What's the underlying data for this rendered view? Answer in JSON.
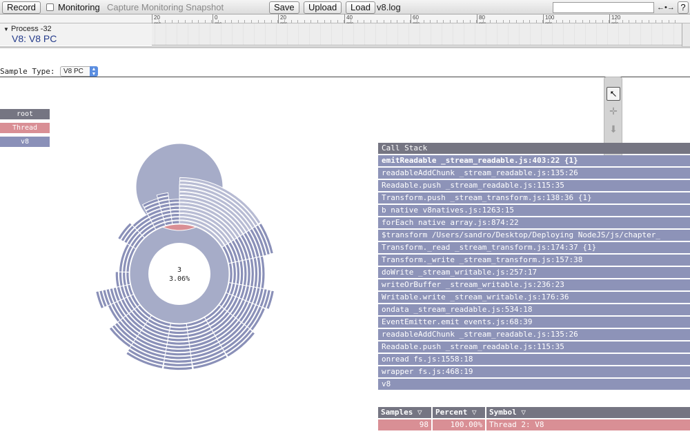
{
  "toolbar": {
    "record_label": "Record",
    "monitoring_label": "Monitoring",
    "capture_label": "Capture Monitoring Snapshot",
    "save_label": "Save",
    "upload_label": "Upload",
    "load_label": "Load",
    "file_name": "v8.log",
    "search_value": "",
    "nav_arrows": "←•→",
    "help_label": "?"
  },
  "timeline": {
    "ticks": [
      "20 ms",
      "0 ms",
      "20 ms",
      "40 ms",
      "60 ms",
      "80 ms",
      "100 ms",
      "120 ms"
    ],
    "process_label": "Process -32",
    "track_name": "V8: V8 PC"
  },
  "sample_type": {
    "label": "Sample Type:",
    "value": "V8 PC"
  },
  "legend": [
    {
      "label": "root",
      "color": "#757582"
    },
    {
      "label": "Thread",
      "color": "#d98f95"
    },
    {
      "label": "v8",
      "color": "#8a90b8"
    }
  ],
  "sunburst": {
    "center_count": "3",
    "center_percent": "3.06%",
    "thread_color": "#d98f95",
    "ring_color": "#a6acc8",
    "highlight_color": "#b7bbd3",
    "node_color": "#8a90b8"
  },
  "tools": [
    "arrow-pointer",
    "pan",
    "zoom",
    "timing"
  ],
  "call_stack": {
    "title": "Call Stack",
    "rows": [
      "emitReadable _stream_readable.js:403:22 {1}",
      "readableAddChunk _stream_readable.js:135:26",
      "Readable.push _stream_readable.js:115:35",
      "Transform.push _stream_transform.js:138:36 {1}",
      "b native v8natives.js:1263:15",
      "forEach native array.js:874:22",
      "$transform /Users/sandro/Desktop/Deploying NodeJS/js/chapter_",
      "Transform._read _stream_transform.js:174:37 {1}",
      "Transform._write _stream_transform.js:157:38",
      "doWrite _stream_writable.js:257:17",
      "writeOrBuffer _stream_writable.js:236:23",
      "Writable.write _stream_writable.js:176:36",
      "ondata _stream_readable.js:534:18",
      "EventEmitter.emit events.js:68:39",
      "readableAddChunk _stream_readable.js:135:26",
      "Readable.push _stream_readable.js:115:35",
      "onread fs.js:1558:18",
      "wrapper fs.js:468:19",
      "v8"
    ]
  },
  "samples_table": {
    "headers": [
      "Samples ▽",
      "Percent ▽",
      "Symbol ▽"
    ],
    "row": {
      "samples": "98",
      "percent": "100.00%",
      "symbol": "Thread 2: V8"
    }
  }
}
